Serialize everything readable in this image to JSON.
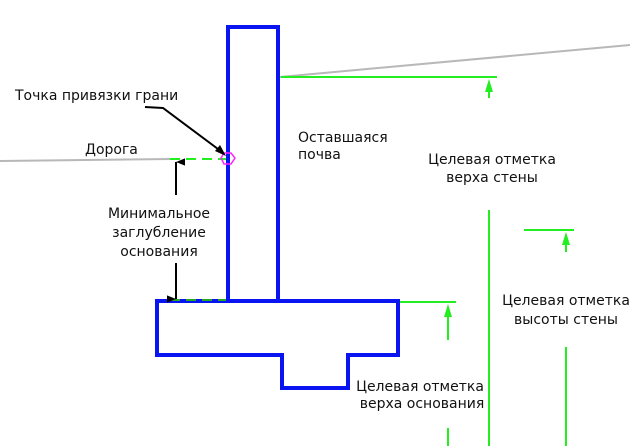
{
  "colors": {
    "structure": "#0a14f0",
    "target": "#22ee22",
    "ground": "#b8b8b8",
    "anchor": "#ff22ff",
    "annotation": "#000000"
  },
  "labels": {
    "anchor_point": "Точка привязки грани",
    "road": "Дорога",
    "min_depth": [
      "Минимальное",
      "заглубление",
      "основания"
    ],
    "remaining_soil": [
      "Оставшаяся",
      "почва"
    ],
    "wall_top": [
      "Целевая отметка",
      "верха стены"
    ],
    "wall_height": [
      "Целевая отметка",
      "высоты стены"
    ],
    "footing_top": [
      "Целевая отметка",
      "верха основания"
    ]
  }
}
